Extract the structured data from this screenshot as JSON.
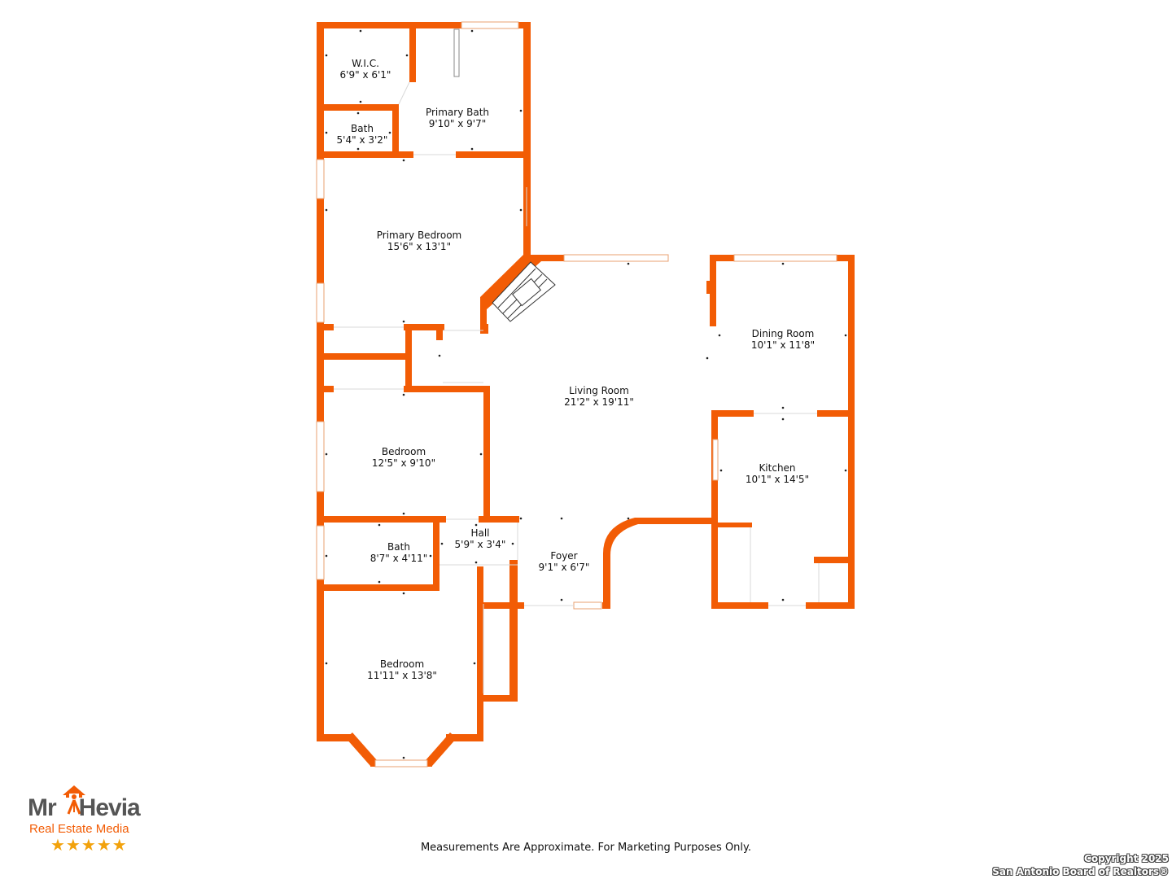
{
  "rooms": [
    {
      "id": "wic",
      "name": "W.I.C.",
      "size": "6'9\" x 6'1\""
    },
    {
      "id": "primary-bath",
      "name": "Primary Bath",
      "size": "9'10\" x 9'7\""
    },
    {
      "id": "bath-small",
      "name": "Bath",
      "size": "5'4\" x 3'2\""
    },
    {
      "id": "primary-bedroom",
      "name": "Primary Bedroom",
      "size": "15'6\" x 13'1\""
    },
    {
      "id": "living-room",
      "name": "Living Room",
      "size": "21'2\" x 19'11\""
    },
    {
      "id": "dining-room",
      "name": "Dining Room",
      "size": "10'1\" x 11'8\""
    },
    {
      "id": "bedroom-2",
      "name": "Bedroom",
      "size": "12'5\" x 9'10\""
    },
    {
      "id": "kitchen",
      "name": "Kitchen",
      "size": "10'1\" x 14'5\""
    },
    {
      "id": "hall",
      "name": "Hall",
      "size": "5'9\" x 3'4\""
    },
    {
      "id": "bath-2",
      "name": "Bath",
      "size": "8'7\" x 4'11\""
    },
    {
      "id": "foyer",
      "name": "Foyer",
      "size": "9'1\" x 6'7\""
    },
    {
      "id": "bedroom-3",
      "name": "Bedroom",
      "size": "11'11\" x 13'8\""
    }
  ],
  "disclaimer": "Measurements Are Approximate. For Marketing Purposes Only.",
  "copyright": {
    "line1": "Copyright 2025",
    "line2": "San Antonio Board of Realtors®"
  },
  "logo": {
    "name_left": "Mr",
    "name_right": "Hevia",
    "tagline": "Real Estate Media",
    "stars": "★★★★★"
  },
  "colors": {
    "wall": "#F25C05",
    "star": "#F2A20C",
    "logo_text": "#555555"
  }
}
